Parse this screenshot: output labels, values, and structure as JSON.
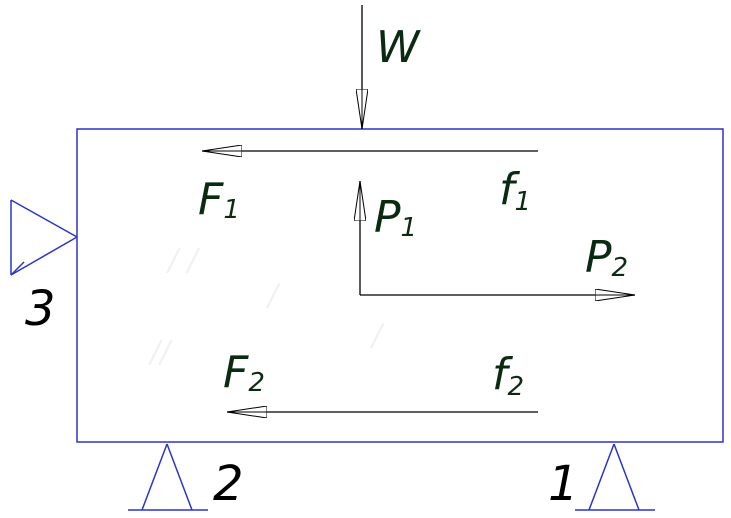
{
  "colors": {
    "body_outline": "#2b35c7",
    "support": "#2b35c7",
    "force_line": "#000000",
    "force_label": "#0b2a12",
    "support_number": "#000000"
  },
  "forces": {
    "W": {
      "letter": "W",
      "sub": ""
    },
    "F1": {
      "letter": "F",
      "sub": "1"
    },
    "f1": {
      "letter": "f",
      "sub": "1"
    },
    "P1": {
      "letter": "P",
      "sub": "1"
    },
    "P2": {
      "letter": "P",
      "sub": "2"
    },
    "F2": {
      "letter": "F",
      "sub": "2"
    },
    "f2": {
      "letter": "f",
      "sub": "2"
    }
  },
  "supports": {
    "s1": {
      "number": "1"
    },
    "s2": {
      "number": "2"
    },
    "s3": {
      "number": "3"
    }
  }
}
